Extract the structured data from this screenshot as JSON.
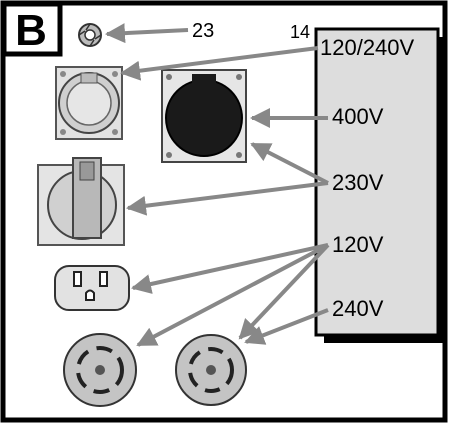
{
  "panel_letter": "B",
  "callouts": {
    "grommet_number": "23",
    "panel_number": "14"
  },
  "voltage_labels": {
    "v120_240": "120/240V",
    "v400": "400V",
    "v230": "230V",
    "v120": "120V",
    "v240": "240V"
  },
  "colors": {
    "frame": "#000000",
    "label_panel": "#dddddd",
    "pointer": "#888888",
    "socket_gray": "#c4c4c4",
    "socket_dark": "#1a1a1a"
  }
}
